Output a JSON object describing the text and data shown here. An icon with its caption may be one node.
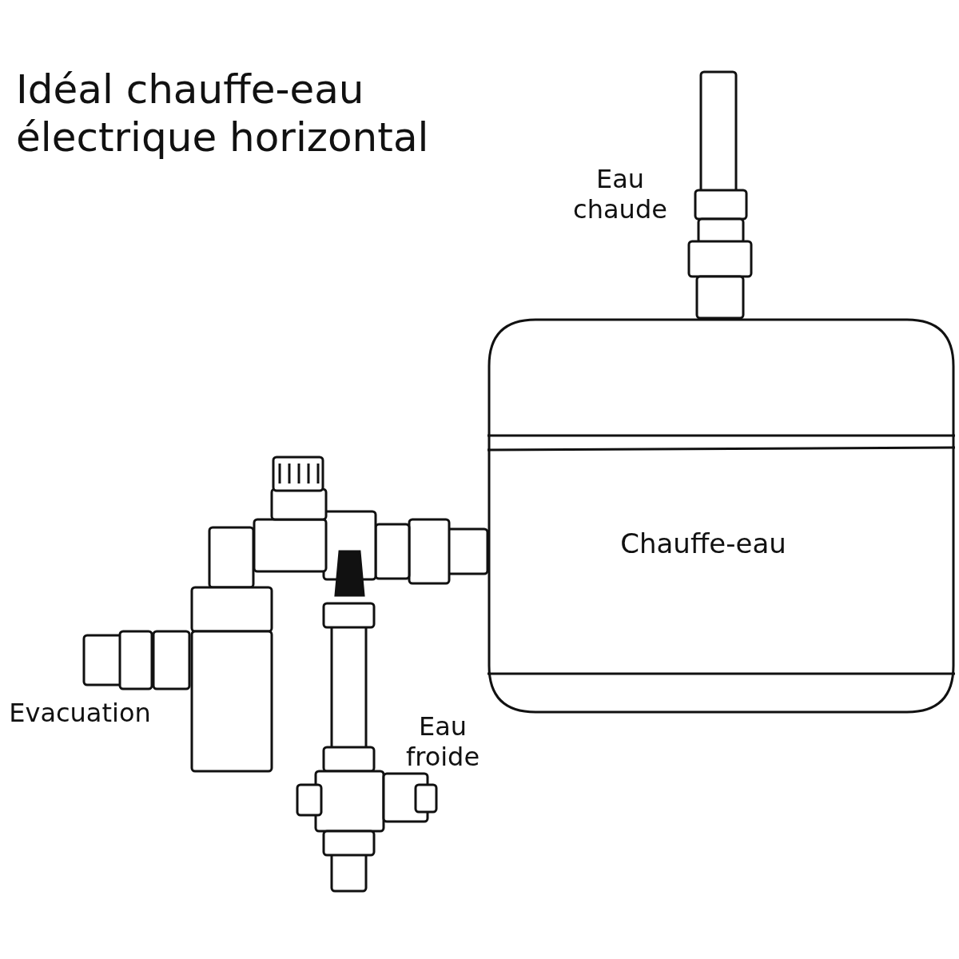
{
  "diagram": {
    "title": "Idéal chauffe-eau électrique horizontal",
    "nodes": [
      {
        "text": [
          "Chauffe-eau"
        ]
      }
    ],
    "labels": [
      "Eau chaude",
      "Evacuation",
      "Eau froide"
    ]
  }
}
